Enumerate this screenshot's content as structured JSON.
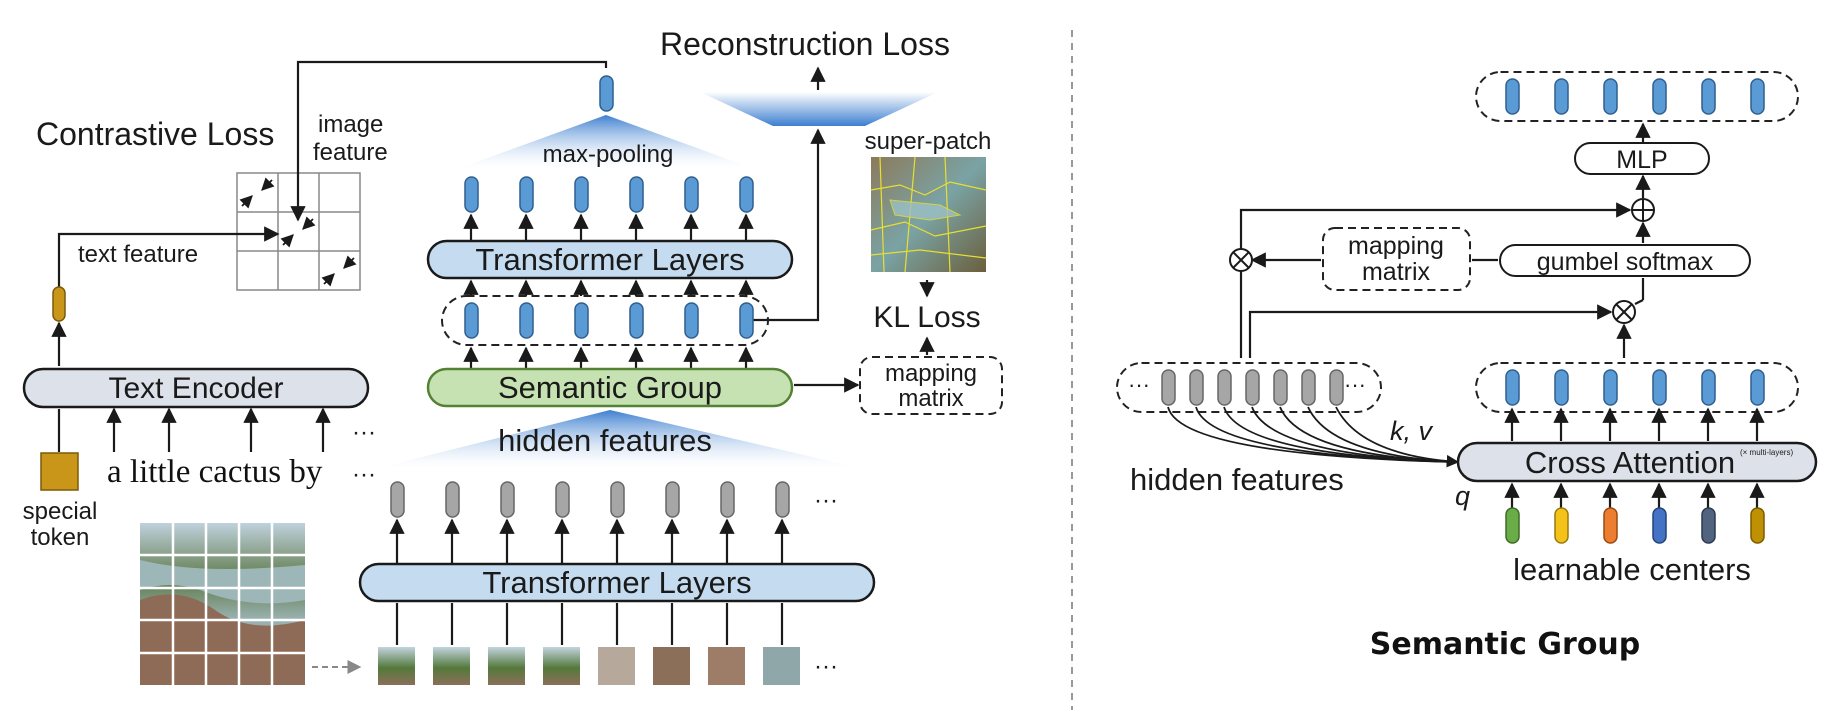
{
  "colors": {
    "token_blue": "#5b9bd5",
    "token_gray": "#a6a6a6",
    "token_gold": "#c9961a",
    "box_blue": "#c5dcf0",
    "box_green": "#c6e2b3",
    "box_gray": "#dde1ea",
    "center_colors": [
      "#6aad48",
      "#f5c21a",
      "#ed7d31",
      "#4472c4",
      "#51647f",
      "#bf9000"
    ]
  },
  "left": {
    "contrastive_loss": "Contrastive Loss",
    "image_feature_line1": "image",
    "image_feature_line2": "feature",
    "text_feature": "text feature",
    "text_encoder": "Text Encoder",
    "special_token_line1": "special",
    "special_token_line2": "token",
    "caption": "a little cactus by",
    "ellipsis": "···",
    "reconstruction_loss": "Reconstruction Loss",
    "max_pooling": "max-pooling",
    "transformer_layers_top": "Transformer Layers",
    "semantic_group": "Semantic Group",
    "hidden_features": "hidden features",
    "transformer_layers_bottom": "Transformer Layers",
    "super_patch": "super-patch",
    "kl_loss": "KL Loss",
    "mapping_matrix_line1": "mapping",
    "mapping_matrix_line2": "matrix"
  },
  "right": {
    "mlp": "MLP",
    "gumbel_softmax": "gumbel softmax",
    "mapping_matrix_line1": "mapping",
    "mapping_matrix_line2": "matrix",
    "hidden_features": "hidden features",
    "kv": "k, v",
    "q": "q",
    "cross_attention": "Cross Attention",
    "multi_layers": "(× multi-layers)",
    "learnable_centers": "learnable centers",
    "title": "Semantic Group",
    "ellipsis": "···"
  }
}
